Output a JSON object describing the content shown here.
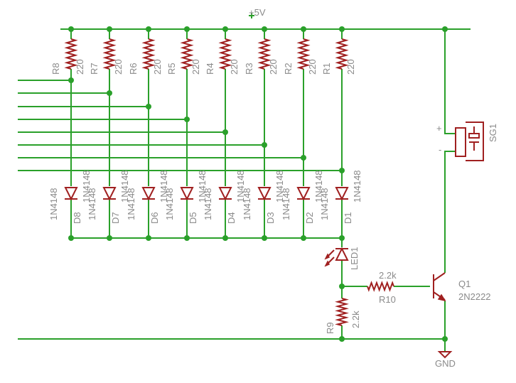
{
  "supply": {
    "label": "+5V"
  },
  "ground": {
    "label": "GND"
  },
  "resistors": [
    {
      "ref": "R8",
      "value": "220"
    },
    {
      "ref": "R7",
      "value": "220"
    },
    {
      "ref": "R6",
      "value": "220"
    },
    {
      "ref": "R5",
      "value": "220"
    },
    {
      "ref": "R4",
      "value": "220"
    },
    {
      "ref": "R3",
      "value": "220"
    },
    {
      "ref": "R2",
      "value": "220"
    },
    {
      "ref": "R1",
      "value": "220"
    }
  ],
  "diodes": [
    {
      "ref": "D8",
      "value": "1N4148"
    },
    {
      "ref": "D7",
      "value": "1N4148"
    },
    {
      "ref": "D6",
      "value": "1N4148"
    },
    {
      "ref": "D5",
      "value": "1N4148"
    },
    {
      "ref": "D4",
      "value": "1N4148"
    },
    {
      "ref": "D3",
      "value": "1N4148"
    },
    {
      "ref": "D2",
      "value": "1N4148"
    },
    {
      "ref": "D1",
      "value": "1N4148"
    }
  ],
  "led": {
    "ref": "LED1"
  },
  "r10": {
    "ref": "R10",
    "value": "2.2k"
  },
  "r9": {
    "ref": "R9",
    "value": "2.2k"
  },
  "transistor": {
    "ref": "Q1",
    "value": "2N2222"
  },
  "buzzer": {
    "ref": "SG1",
    "plus": "+",
    "minus": "-"
  },
  "colors": {
    "wire": "#2aa02a",
    "part": "#a02020",
    "label": "#8a8a8a"
  }
}
